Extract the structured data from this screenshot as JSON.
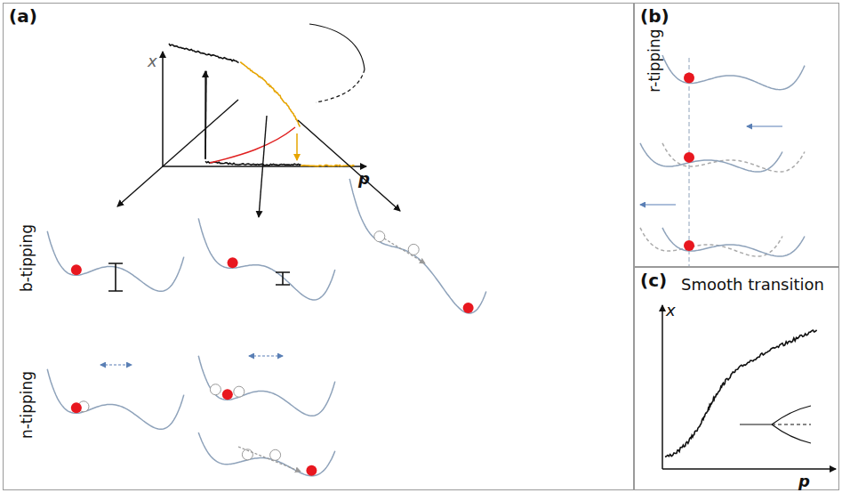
{
  "diagram": {
    "nodes": [
      {
        "text": [
          "(a)"
        ]
      },
      {
        "text": [
          "(b)"
        ]
      },
      {
        "text": [
          "(c)",
          "Smooth transition"
        ]
      }
    ],
    "labels": [
      "x",
      "p",
      "b-tipping",
      "n-tipping",
      "r-tipping",
      "x",
      "p"
    ]
  }
}
